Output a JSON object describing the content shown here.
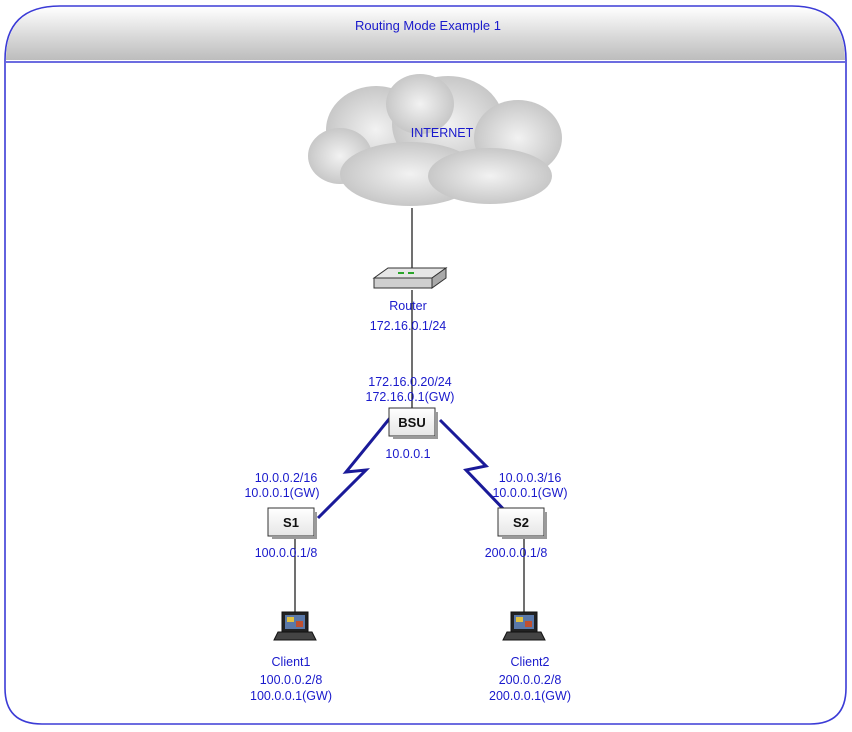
{
  "title": "Routing Mode Example 1",
  "internet": {
    "label": "INTERNET"
  },
  "router": {
    "name": "Router",
    "ip": "172.16.0.1/24"
  },
  "bsu": {
    "name": "BSU",
    "upstream_ip": "172.16.0.20/24",
    "upstream_gw": "172.16.0.1(GW)",
    "wireless_ip": "10.0.0.1"
  },
  "s1": {
    "name": "S1",
    "wireless_ip": "10.0.0.2/16",
    "wireless_gw": "10.0.0.1(GW)",
    "lan_ip": "100.0.0.1/8"
  },
  "s2": {
    "name": "S2",
    "wireless_ip": "10.0.0.3/16",
    "wireless_gw": "10.0.0.1(GW)",
    "lan_ip": "200.0.0.1/8"
  },
  "client1": {
    "name": "Client1",
    "ip": "100.0.0.2/8",
    "gw": "100.0.0.1(GW)"
  },
  "client2": {
    "name": "Client2",
    "ip": "200.0.0.2/8",
    "gw": "200.0.0.1(GW)"
  },
  "colors": {
    "frame": "#3b3bd6",
    "label": "#1a1acc",
    "link": "#1a1a99"
  }
}
